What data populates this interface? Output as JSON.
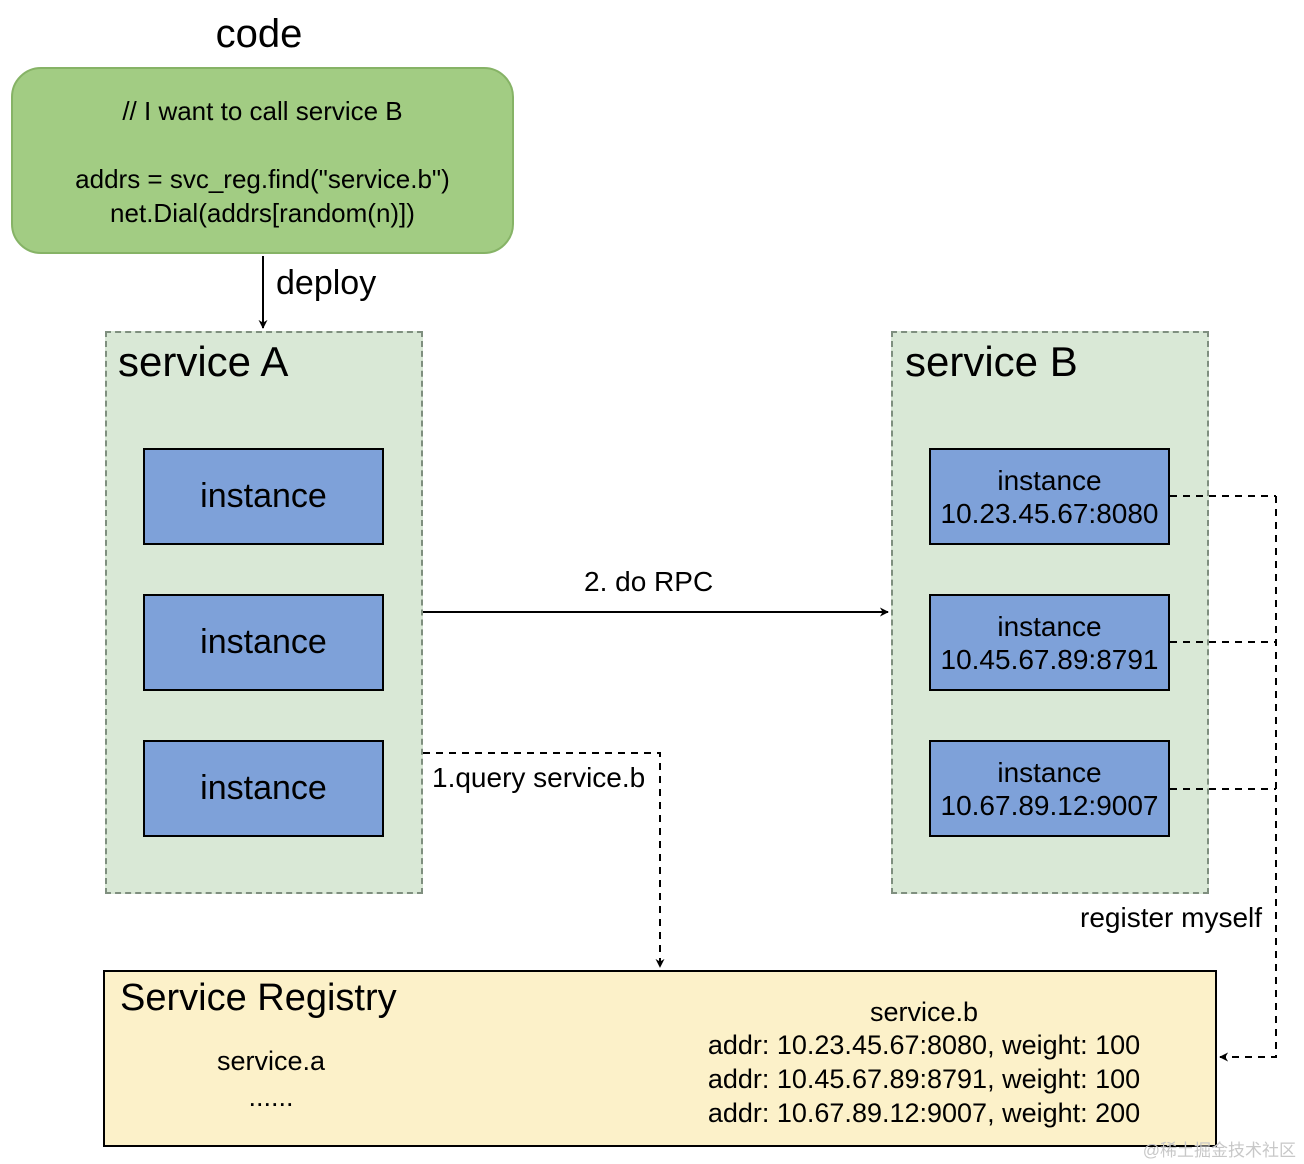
{
  "code": {
    "title": "code",
    "lines": [
      "// I want to call service B",
      "addrs = svc_reg.find(\"service.b\")",
      "net.Dial(addrs[random(n)])"
    ]
  },
  "edges": {
    "deploy": "deploy",
    "do_rpc": "2. do RPC",
    "query": "1.query service.b",
    "register": "register myself"
  },
  "service_a": {
    "title": "service A",
    "instances": [
      "instance",
      "instance",
      "instance"
    ]
  },
  "service_b": {
    "title": "service B",
    "instances": [
      {
        "label": "instance",
        "addr": "10.23.45.67:8080"
      },
      {
        "label": "instance",
        "addr": "10.45.67.89:8791"
      },
      {
        "label": "instance",
        "addr": "10.67.89.12:9007"
      }
    ]
  },
  "registry": {
    "title": "Service Registry",
    "service_a": "service.a",
    "ellipsis": "......",
    "service_b": "service.b",
    "entries": [
      "addr: 10.23.45.67:8080, weight: 100",
      "addr: 10.45.67.89:8791, weight: 100",
      "addr: 10.67.89.12:9007, weight: 200"
    ]
  },
  "watermark": "@稀土掘金技术社区",
  "colors": {
    "code_fill": "#a2cc83",
    "service_fill": "#d9e8d6",
    "instance_fill": "#7ea1d9",
    "registry_fill": "#fcf1c9"
  }
}
